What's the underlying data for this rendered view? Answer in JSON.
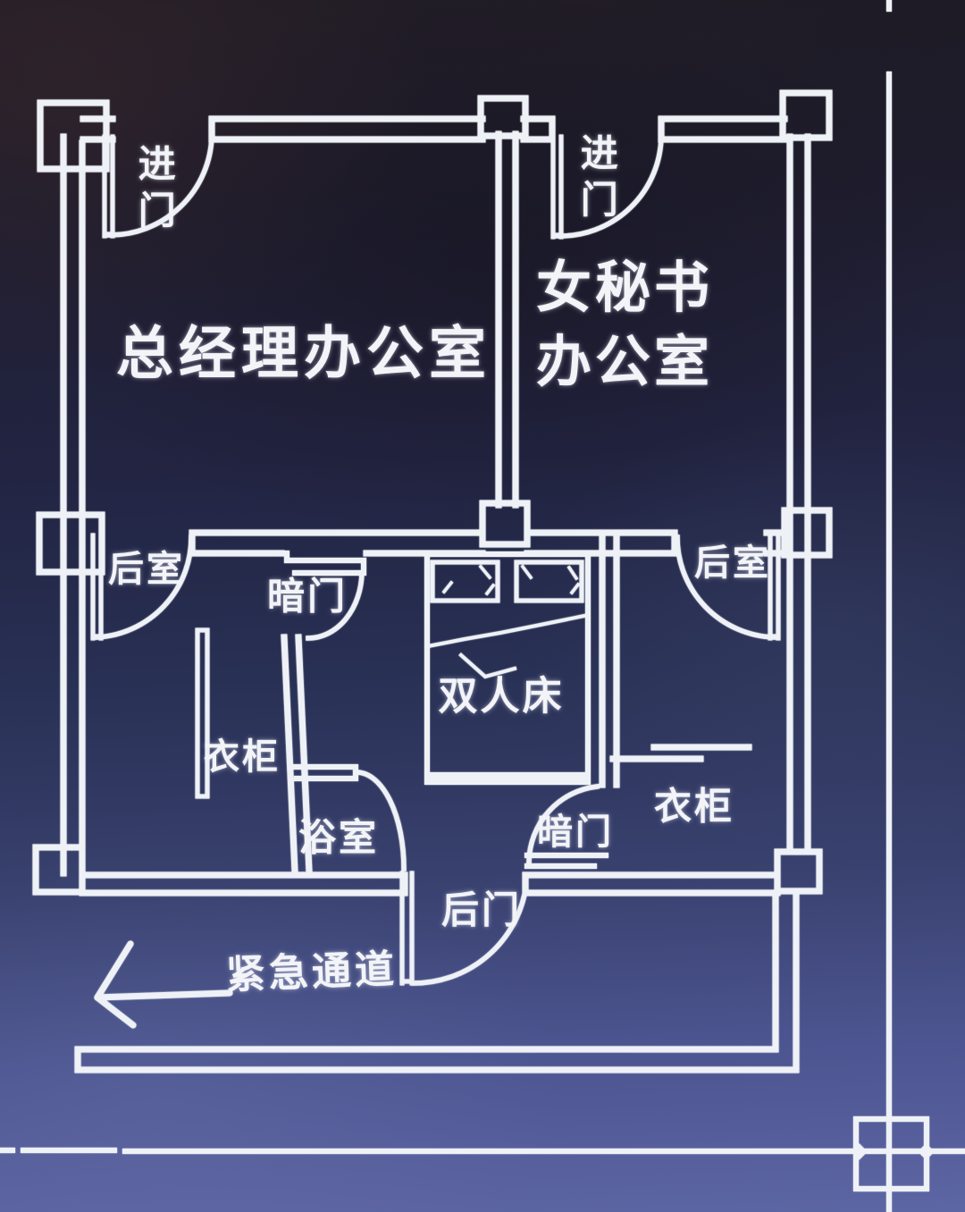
{
  "floorplan": {
    "rooms": {
      "gm_office": "总经理办公室",
      "secretary_office": "女秘书\n办公室",
      "back_room_left": "后室",
      "back_room_right": "后室",
      "bathroom": "浴室"
    },
    "doors": {
      "entry_left": "进门",
      "entry_right": "进门",
      "hidden_door_left": "暗门",
      "hidden_door_right": "暗门",
      "back_door": "后门"
    },
    "furniture": {
      "double_bed": "双人床",
      "wardrobe_left": "衣柜",
      "wardrobe_right": "衣柜"
    },
    "annotations": {
      "emergency_exit": "紧急通道"
    },
    "icons": {
      "emergency_arrow": "left-arrow"
    },
    "colors": {
      "line": "#eef1f6",
      "text": "#f3f4f8",
      "bg_top": "#211c25",
      "bg_mid": "#252847",
      "bg_bottom": "#5b64a2"
    }
  }
}
